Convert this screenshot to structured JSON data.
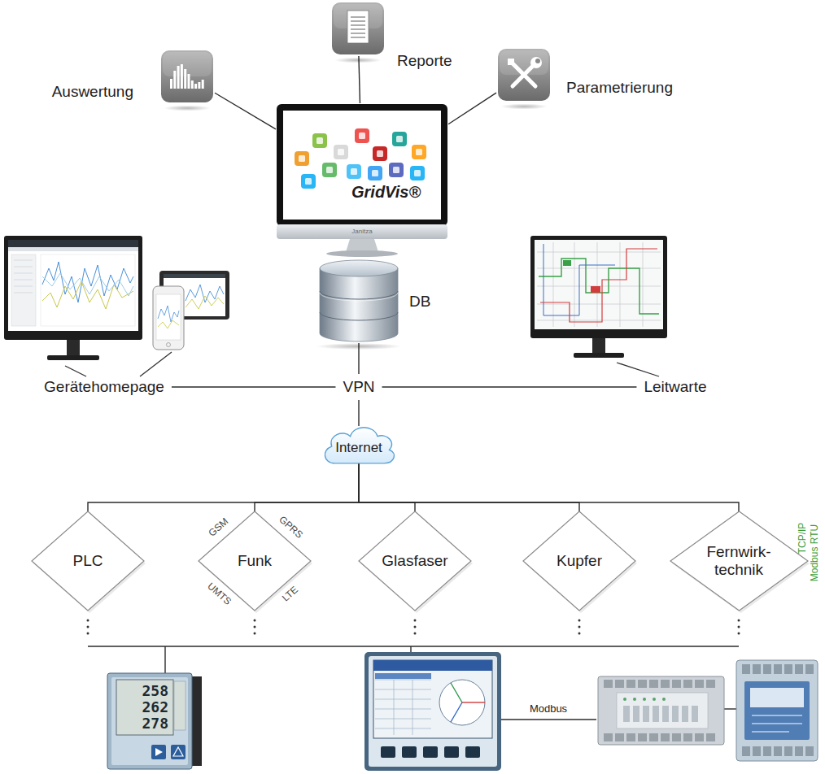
{
  "diagram": {
    "nodes": [
      {
        "text": [
          "Auswertung"
        ]
      },
      {
        "text": [
          "Reporte"
        ]
      },
      {
        "text": [
          "Parametrierung"
        ]
      },
      {
        "text": [
          "GridVis®"
        ]
      },
      {
        "text": [
          "DB"
        ]
      },
      {
        "text": [
          "Gerätehomepage"
        ]
      },
      {
        "text": [
          "VPN"
        ]
      },
      {
        "text": [
          "Leitwarte"
        ]
      },
      {
        "text": [
          "Internet"
        ]
      },
      {
        "text": [
          "PLC"
        ]
      },
      {
        "text": [
          "Funk"
        ]
      },
      {
        "text": [
          "Glasfaser"
        ]
      },
      {
        "text": [
          "Kupfer"
        ]
      },
      {
        "text": [
          "Fernwirk- technik"
        ]
      },
      {
        "text": [
          "258",
          "262",
          "278"
        ]
      }
    ],
    "edges": [
      {
        "from": 0,
        "to": 3,
        "arrow": "none"
      },
      {
        "from": 1,
        "to": 3,
        "arrow": "none"
      },
      {
        "from": 2,
        "to": 3,
        "arrow": "none"
      },
      {
        "from": 4,
        "to": 6,
        "arrow": "none"
      },
      {
        "from": 5,
        "to": 6,
        "arrow": "none"
      },
      {
        "from": 6,
        "to": 7,
        "arrow": "none"
      },
      {
        "from": 6,
        "to": 8,
        "arrow": "none"
      },
      {
        "from": 8,
        "to": 9,
        "arrow": "none"
      },
      {
        "from": 8,
        "to": 10,
        "arrow": "none"
      },
      {
        "from": 8,
        "to": 11,
        "arrow": "none"
      },
      {
        "from": 8,
        "to": 12,
        "arrow": "none"
      },
      {
        "from": 8,
        "to": 13,
        "arrow": "none"
      }
    ],
    "labels": [
      "Janitza",
      "GSM",
      "GPRS",
      "UMTS",
      "LTE",
      "TCP/IP",
      "Modbus RTU",
      "Modbus"
    ]
  }
}
